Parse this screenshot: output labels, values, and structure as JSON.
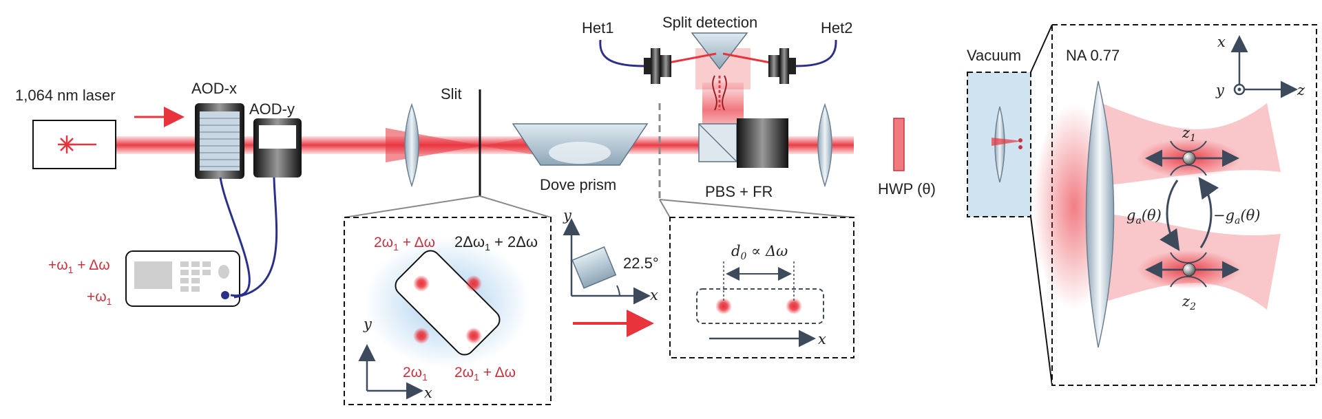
{
  "labels": {
    "laser": "1,064 nm laser",
    "aod_x": "AOD-x",
    "aod_y": "AOD-y",
    "slit": "Slit",
    "dove_prism": "Dove prism",
    "split_detection": "Split detection",
    "het1": "Het1",
    "het2": "Het2",
    "pbs_fr": "PBS + FR",
    "hwp": "HWP (θ)",
    "vacuum": "Vacuum",
    "na": "NA 0.77"
  },
  "rf": {
    "line1": "+ω",
    "line1_sub": "1",
    "line1_rest": " + Δω",
    "line2": "+ω",
    "line2_sub": "1"
  },
  "inset_spots": {
    "tl": "2ω",
    "tl_sub": "1",
    "tl_rest": " + Δω",
    "tr": "2Δω",
    "tr_sub": "1",
    "tr_rest": " + 2Δω",
    "bl": "2ω",
    "bl_sub": "1",
    "br": "2ω",
    "br_sub": "1",
    "br_rest": " + Δω",
    "axis_x": "x",
    "axis_y": "y"
  },
  "rotation": {
    "angle": "22.5°",
    "axis_x": "x",
    "axis_y": "y"
  },
  "inset_spacing": {
    "label": "d",
    "label_sub": "0",
    "label_rest": " ∝ Δω",
    "axis_x": "x"
  },
  "trap": {
    "z1": "z",
    "z1_sub": "1",
    "z2": "z",
    "z2_sub": "2",
    "coupling_left": "g",
    "coupling_left_sub": "a",
    "coupling_left_rest": "(θ)",
    "coupling_right": "−g",
    "coupling_right_sub": "a",
    "coupling_right_rest": "(θ)",
    "axis_x": "x",
    "axis_y": "y",
    "axis_z": "z"
  },
  "colors": {
    "beam": "#e8323c",
    "cable": "#2a2f8a",
    "glass": "#b7c9d6",
    "vacuum": "#cfe3f1",
    "text_red": "#c8323c"
  }
}
